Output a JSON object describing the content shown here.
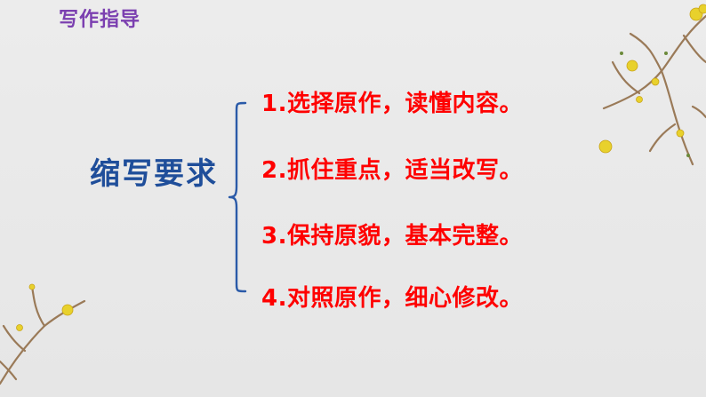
{
  "header": {
    "title": "写作指导"
  },
  "main": {
    "label": "缩写要求",
    "requirements": [
      "1.选择原作，读懂内容。",
      "2.抓住重点，适当改写。",
      "3.保持原貌，基本完整。",
      "4.对照原作，细心修改。"
    ]
  },
  "colors": {
    "header": "#7b3fb0",
    "label": "#1f4e9a",
    "requirements": "#ff0000",
    "background": "#e9e9e9"
  },
  "icons": {
    "decor_top_right": "plum-blossom-branch-icon",
    "decor_bottom_left": "plum-blossom-branch-icon"
  }
}
